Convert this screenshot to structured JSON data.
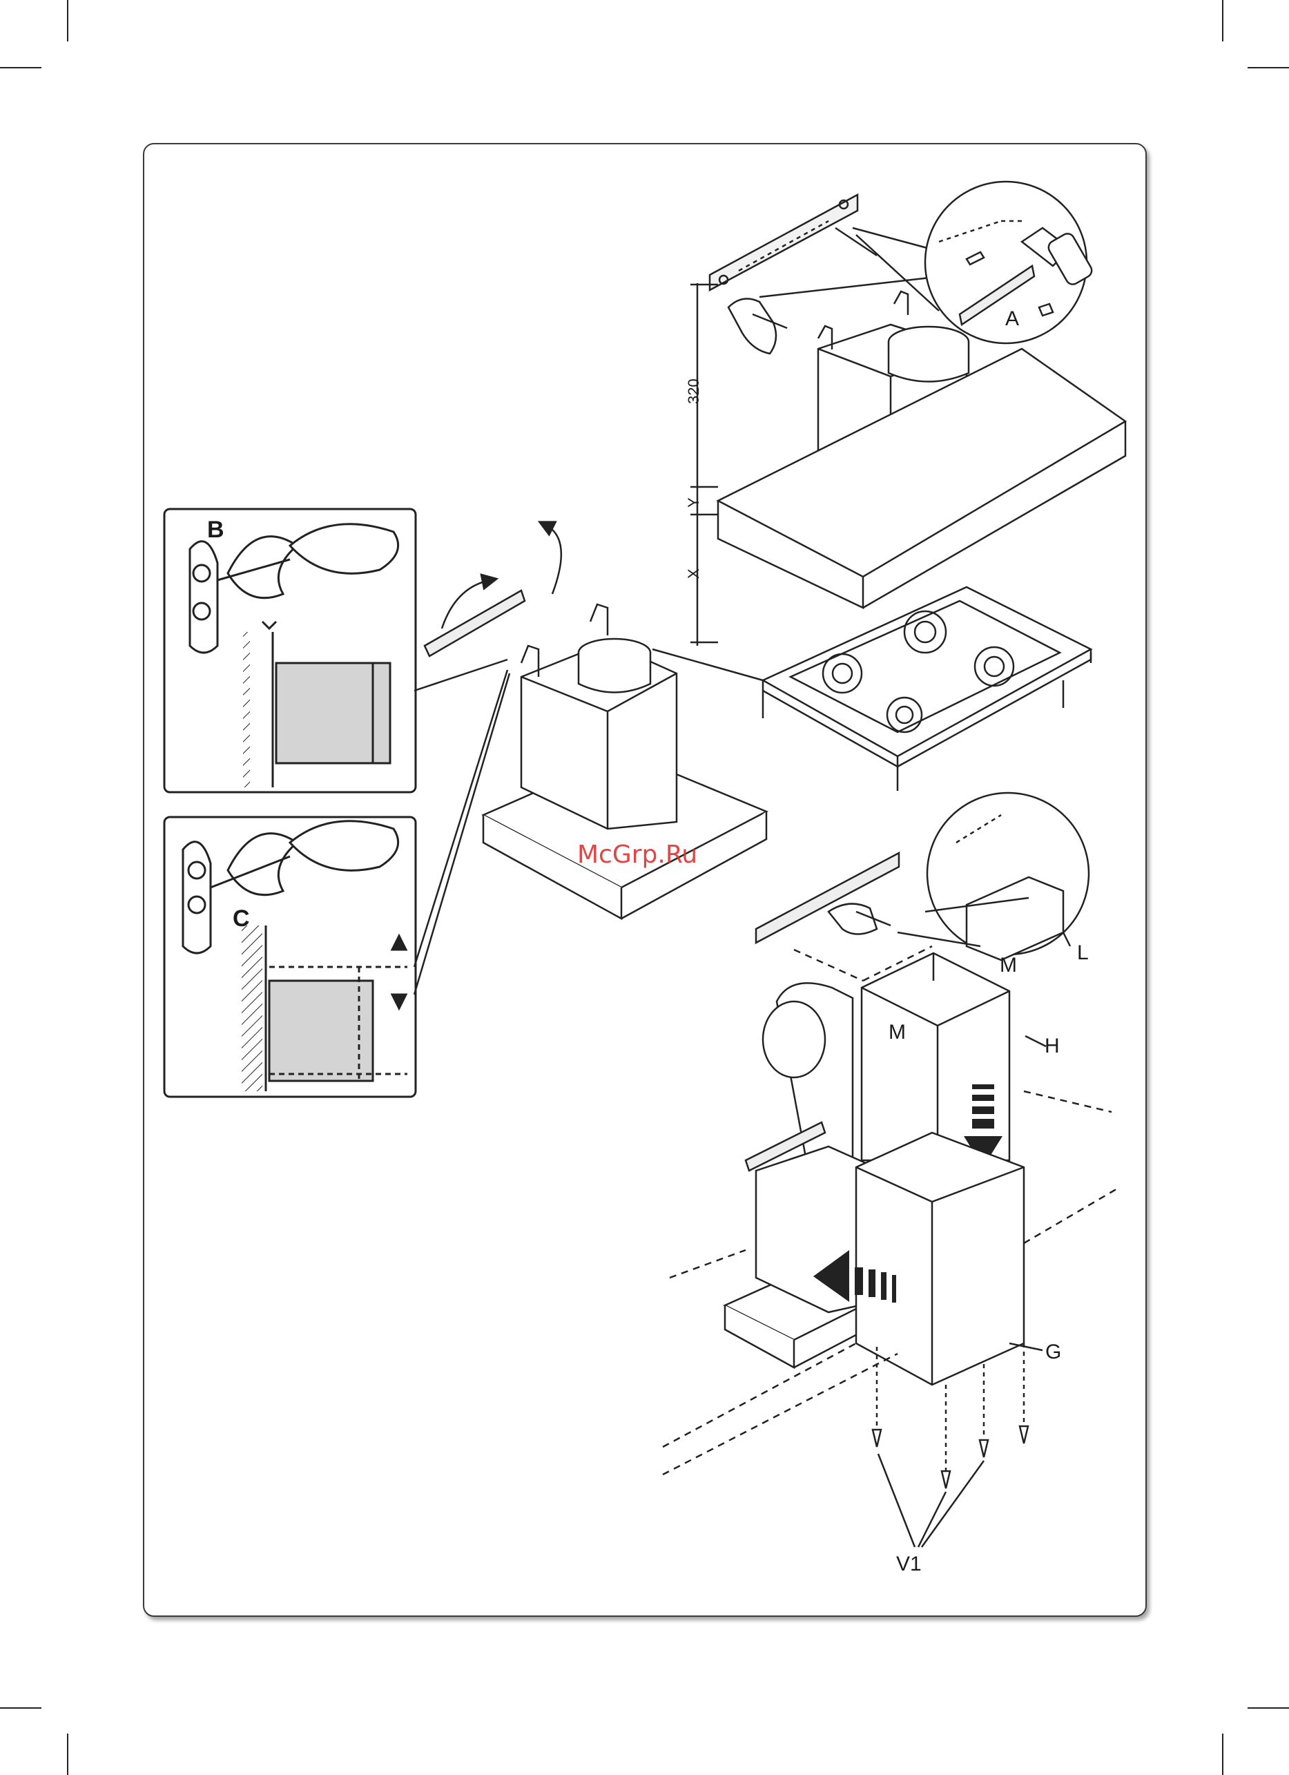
{
  "watermark": "McGrp.Ru",
  "labels": {
    "A": "A",
    "B": "B",
    "C": "C",
    "M_top": "M",
    "M_mid": "M",
    "L": "L",
    "H": "H",
    "G": "G",
    "V1": "V1"
  },
  "dimensions": {
    "d320": "320",
    "Y": "Y",
    "X": "X"
  }
}
